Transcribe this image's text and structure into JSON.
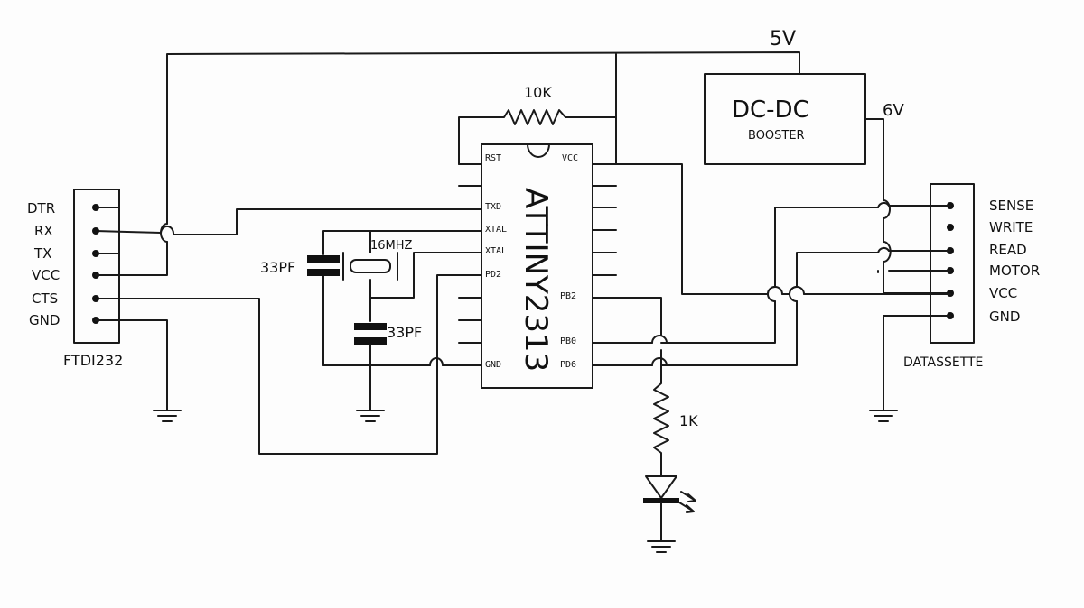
{
  "power": {
    "v5": "5V",
    "v6": "6V"
  },
  "booster": {
    "title": "DC-DC",
    "subtitle": "BOOSTER"
  },
  "chip": {
    "name": "ATTINY2313",
    "pins": {
      "rst": "RST",
      "vcc": "VCC",
      "txd": "TXD",
      "xtal1": "XTAL",
      "xtal2": "XTAL",
      "pd2": "PD2",
      "gnd": "GND",
      "pb2": "PB2",
      "pb0": "PB0",
      "pd6": "PD6"
    }
  },
  "components": {
    "r_reset": "10K",
    "crystal": "16MHZ",
    "cap1": "33PF",
    "cap2": "33PF",
    "r_led": "1K"
  },
  "ftdi": {
    "label": "FTDI232",
    "pins": [
      "DTR",
      "RX",
      "TX",
      "VCC",
      "CTS",
      "GND"
    ]
  },
  "datassette": {
    "label": "DATASSETTE",
    "pins": [
      "SENSE",
      "WRITE",
      "READ",
      "MOTOR",
      "VCC",
      "GND"
    ]
  }
}
